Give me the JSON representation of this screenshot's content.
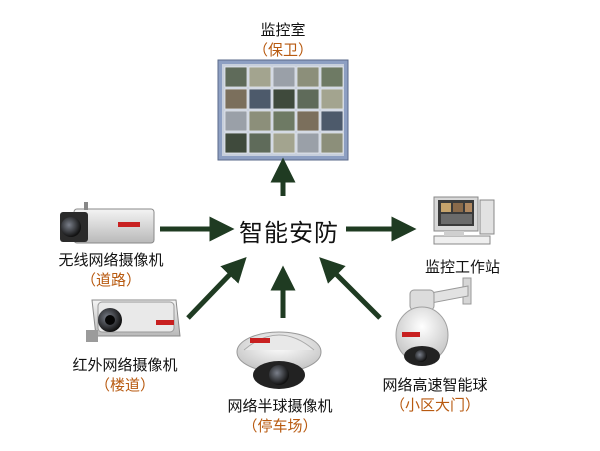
{
  "center": {
    "label": "智能安防"
  },
  "nodes": {
    "monitor_room": {
      "title": "监控室",
      "subtitle": "（保卫）"
    },
    "workstation": {
      "title": "监控工作站"
    },
    "wireless_camera": {
      "title": "无线网络摄像机",
      "subtitle": "（道路）"
    },
    "ir_camera": {
      "title": "红外网络摄像机",
      "subtitle": "（楼道）"
    },
    "dome_camera": {
      "title": "网络半球摄像机",
      "subtitle": "（停车场）"
    },
    "speed_dome": {
      "title": "网络高速智能球",
      "subtitle": "（小区大门）"
    }
  },
  "colors": {
    "arrow": "#1f3b22",
    "subtitle": "#b85a10",
    "monitor_frame": "#8d9fc2"
  }
}
